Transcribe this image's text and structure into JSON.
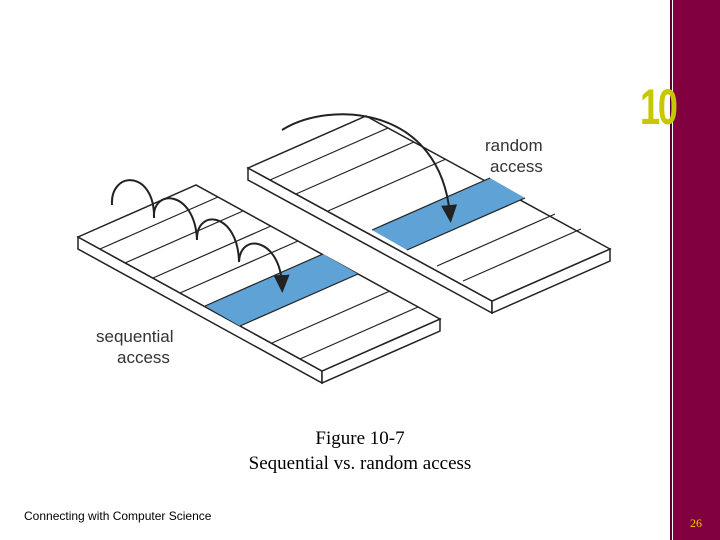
{
  "slide": {
    "chapter_number": "10",
    "figure_number": "Figure 10-7",
    "caption": "Sequential vs. random access",
    "footer": "Connecting with Computer Science",
    "page_number": "26"
  },
  "diagram": {
    "sequential_label_line1": "sequential",
    "sequential_label_line2": "access",
    "random_label_line1": "random",
    "random_label_line2": "access",
    "highlight_color": "#5fa2d6",
    "sidebar_color": "#800040",
    "chapter_number_color": "#c8c800"
  }
}
